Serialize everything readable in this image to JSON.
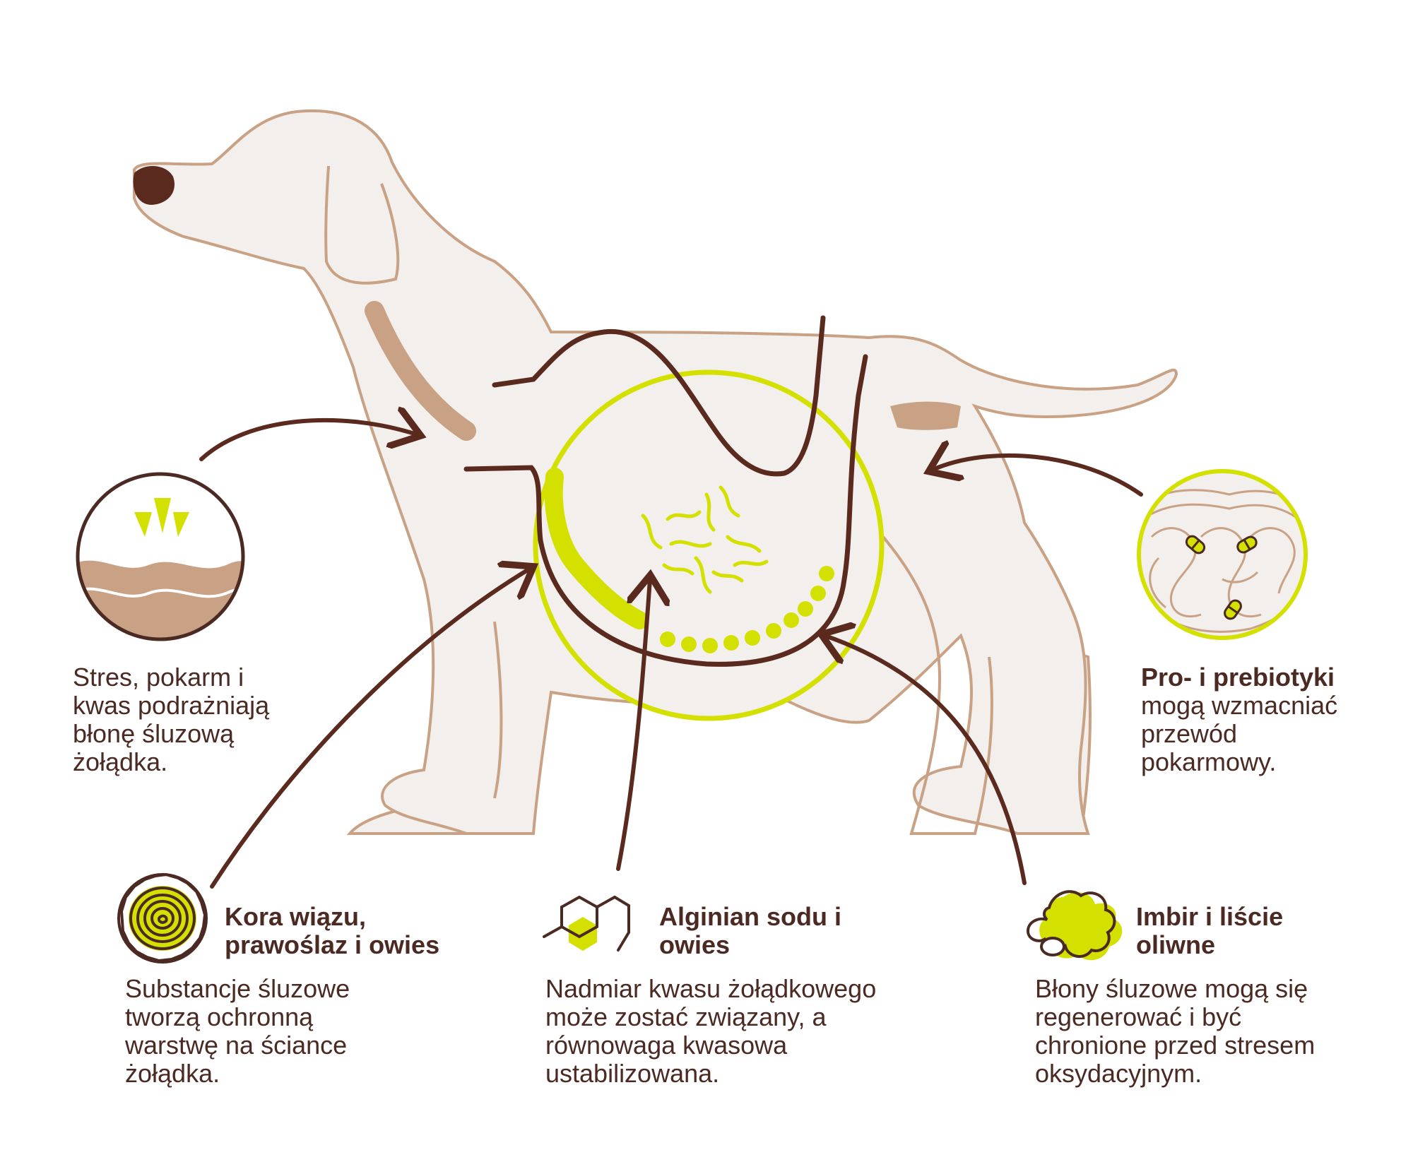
{
  "colors": {
    "outline": "#c9a184",
    "body_fill": "#f2efec",
    "dark_brown": "#5a2a1e",
    "lime": "#d4e000",
    "collar": "#c9a184",
    "text": "#4a2a22"
  },
  "left_callout": {
    "icon": "irritated-mucosa-icon",
    "lines": [
      "Stres, pokarm i",
      "kwas podrażniają",
      "błonę śluzową",
      "żołądka."
    ]
  },
  "right_callout": {
    "icon": "intestine-probiotics-icon",
    "title": "Pro- i prebiotyki",
    "lines": [
      "mogą wzmacniać",
      "przewód",
      "pokarmowy."
    ]
  },
  "bottom_callouts": [
    {
      "icon": "tree-bark-icon",
      "title_lines": [
        "Kora wiązu,",
        "prawoślaz i owies"
      ],
      "lines": [
        "Substancje śluzowe",
        "tworzą ochronną",
        "warstwę na ściance",
        "żołądka."
      ]
    },
    {
      "icon": "molecule-icon",
      "title_lines": [
        "Alginian sodu i",
        "owies"
      ],
      "lines": [
        "Nadmiar kwasu żołądkowego",
        "może zostać związany, a",
        "równowaga kwasowa",
        "ustabilizowana."
      ]
    },
    {
      "icon": "ginger-root-icon",
      "title_lines": [
        "Imbir i liście",
        "oliwne"
      ],
      "lines": [
        "Błony śluzowe mogą się",
        "regenerować i być",
        "chronione przed stresem",
        "oksydacyjnym."
      ]
    }
  ]
}
